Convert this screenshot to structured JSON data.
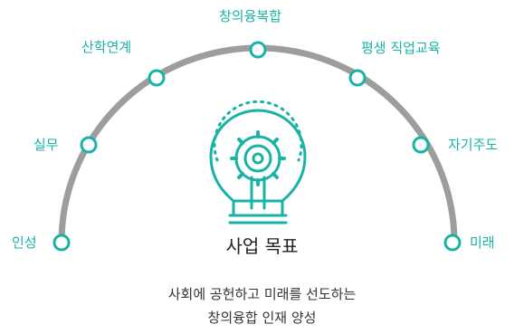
{
  "colors": {
    "accent": "#19b3a6",
    "arc": "#9d9d9d",
    "text": "#222222"
  },
  "nodes": [
    {
      "id": "insung",
      "label": "인성"
    },
    {
      "id": "silmu",
      "label": "실무"
    },
    {
      "id": "sanhak",
      "label": "산학연계"
    },
    {
      "id": "changui",
      "label": "창의융복합"
    },
    {
      "id": "pyeongsaeng",
      "label": "평생 직업교육"
    },
    {
      "id": "jagi",
      "label": "자기주도"
    },
    {
      "id": "mirae",
      "label": "미래"
    }
  ],
  "center": {
    "icon": "lightbulb-gear-icon",
    "title": "사업 목표",
    "description_line1": "사회에 공헌하고 미래를 선도하는",
    "description_line2": "창의융합 인재 양성"
  }
}
